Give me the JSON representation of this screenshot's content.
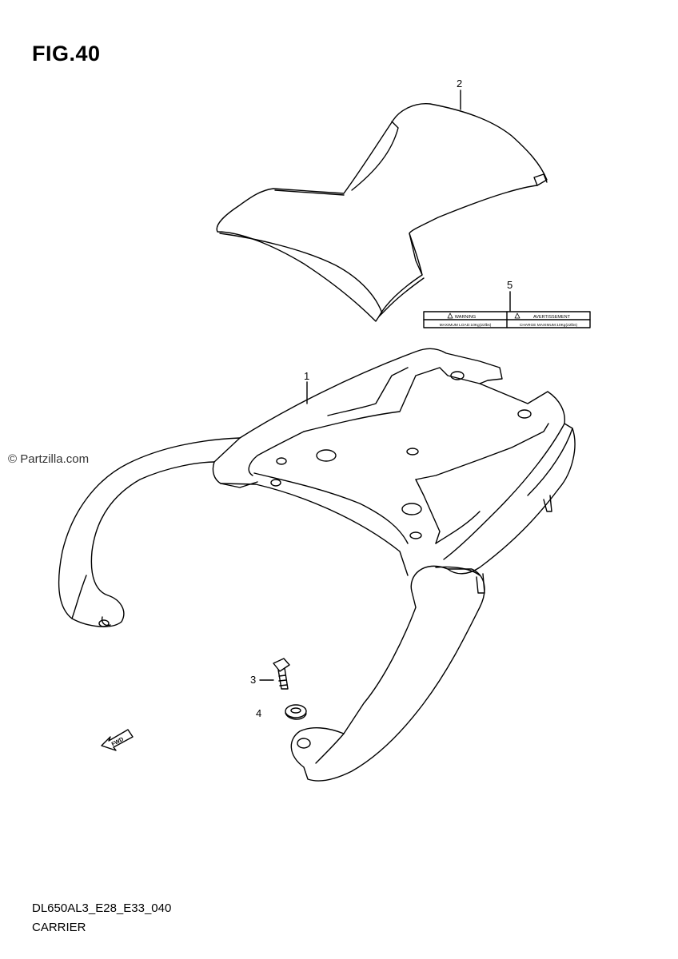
{
  "figure": {
    "title": "FIG.40",
    "watermark": "© Partzilla.com",
    "model_code": "DL650AL3_E28_E33_040",
    "name": "CARRIER"
  },
  "callouts": [
    {
      "id": "1",
      "label": "1"
    },
    {
      "id": "2",
      "label": "2"
    },
    {
      "id": "3",
      "label": "3"
    },
    {
      "id": "4",
      "label": "4"
    },
    {
      "id": "5",
      "label": "5"
    }
  ],
  "warning_label": {
    "left_title": "WARNING",
    "right_title": "AVERTISSEMENT",
    "left_text": "MAXIMUM LOAD:10Kg(22lbs)",
    "right_text": "CHARGE MAXIMUM:10Kg(22lbs)"
  },
  "fwd_arrow": "FWD"
}
